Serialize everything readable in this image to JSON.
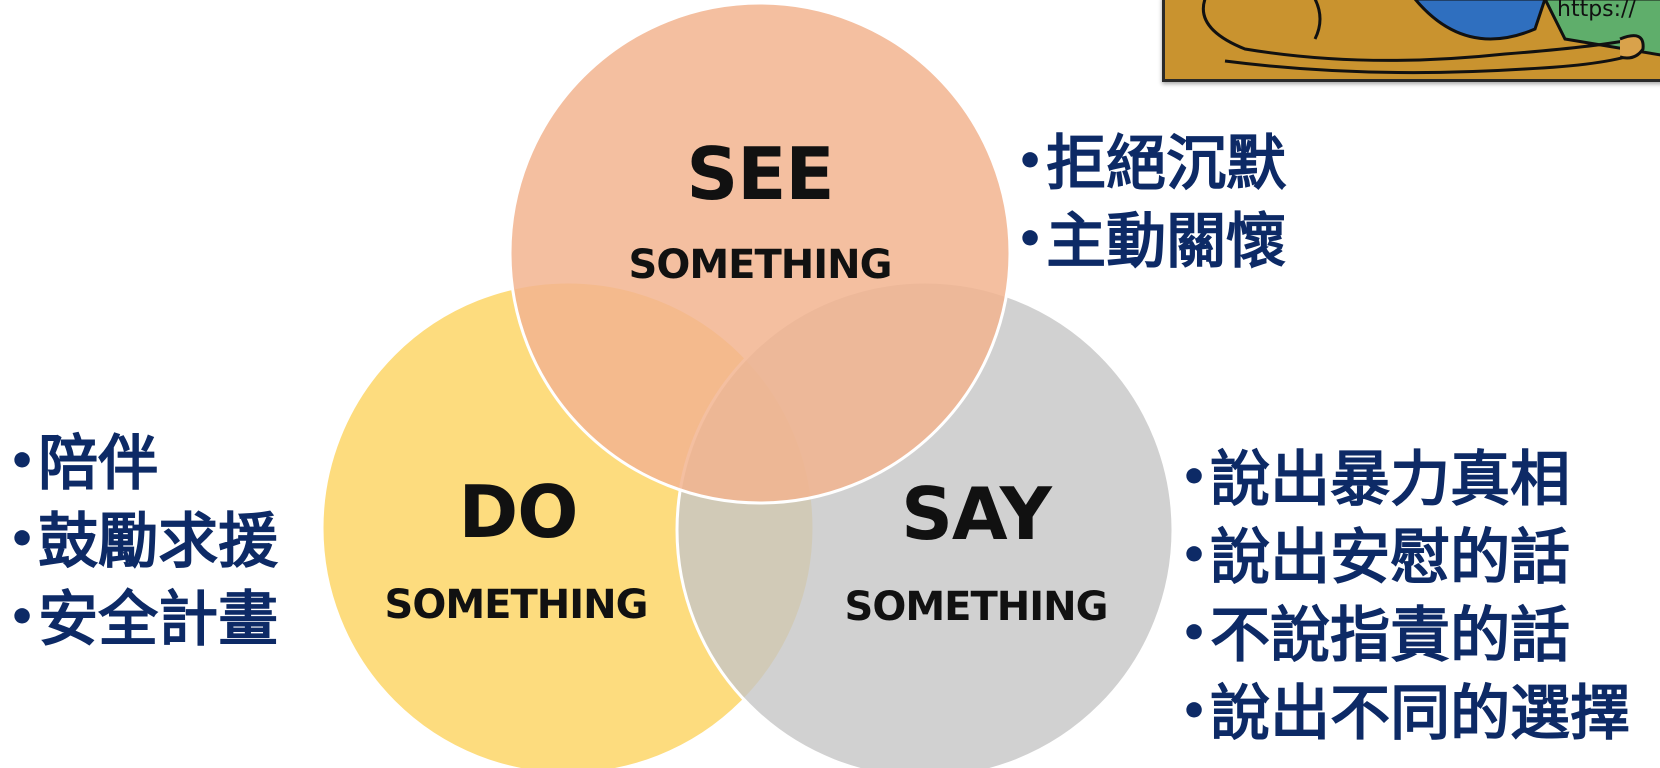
{
  "colors": {
    "see_circle": "#f2b48f",
    "do_circle": "#fcd462",
    "say_circle": "#cccccc",
    "bullet_text": "#0d2a66",
    "circle_text": "#111111"
  },
  "circles": {
    "see": {
      "big": "SEE",
      "small": "SOMETHING"
    },
    "do": {
      "big": "DO",
      "small": "SOMETHING"
    },
    "say": {
      "big": "SAY",
      "small": "SOMETHING"
    }
  },
  "lists": {
    "see_items": [
      "拒絕沉默",
      "主動關懷"
    ],
    "do_items": [
      "陪伴",
      "鼓勵求援",
      "安全計畫"
    ],
    "say_items": [
      "說出暴力真相",
      "說出安慰的話",
      "不說指責的話",
      "說出不同的選擇"
    ]
  },
  "image": {
    "url_text": "https://",
    "icon": "cartoon-illustration"
  }
}
